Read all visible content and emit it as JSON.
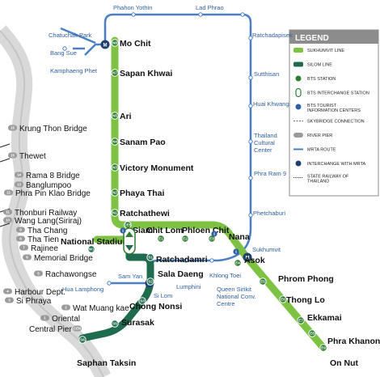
{
  "colors": {
    "sukhumvit_line": "#7dc242",
    "silom_line": "#1f6b4e",
    "mrt_route": "#4a7fc1",
    "river": "#d4d4d4",
    "pier": "#9a9a9a",
    "legend_header": "#8c8c8c",
    "background": "#ffffff"
  },
  "mrt_labels": [
    {
      "id": "phahon",
      "text": "Phahon Yothin"
    },
    {
      "id": "ladphrao",
      "text": "Lad Phrao"
    },
    {
      "id": "ratchadapisek",
      "text": "Ratchadapisek"
    },
    {
      "id": "chatuchak",
      "text": "Chatuchak Park"
    },
    {
      "id": "bangsue",
      "text": "Bang Sue"
    },
    {
      "id": "kamphaeng",
      "text": "Kamphaeng Phet"
    },
    {
      "id": "sutthisan",
      "text": "Sutthisan"
    },
    {
      "id": "huaikhwang",
      "text": "Huai Khwang"
    },
    {
      "id": "thailand_cc",
      "text": "Thailand\nCultural\nCenter"
    },
    {
      "id": "phraram9",
      "text": "Phra Ram 9"
    },
    {
      "id": "phetchaburi",
      "text": "Phetchaburi"
    },
    {
      "id": "sukhumvit_mrt",
      "text": "Sukhumvit"
    },
    {
      "id": "samyan",
      "text": "Sam Yan"
    },
    {
      "id": "hualamphong",
      "text": "Hua Lamphong"
    },
    {
      "id": "silom_mrt",
      "text": "Si Lom"
    },
    {
      "id": "lumphini",
      "text": "Lumphini"
    },
    {
      "id": "khlongtoei",
      "text": "Khlong Toei"
    },
    {
      "id": "qsncc",
      "text": "Queen Sirikit\nNational Conv.\nCentre"
    }
  ],
  "bts_stations": [
    {
      "id": "mochit",
      "name": "Mo Chit",
      "code": "N8"
    },
    {
      "id": "sapankhwai",
      "name": "Sapan Khwai",
      "code": "N7"
    },
    {
      "id": "ari",
      "name": "Ari",
      "code": "N5"
    },
    {
      "id": "sanampao",
      "name": "Sanam Pao",
      "code": "N4"
    },
    {
      "id": "victory",
      "name": "Victory Monument",
      "code": "N3"
    },
    {
      "id": "phayathai",
      "name": "Phaya Thai",
      "code": "N2"
    },
    {
      "id": "ratchathewi",
      "name": "Ratchathewi",
      "code": "N1"
    },
    {
      "id": "siam",
      "name": "Siam",
      "code": "CEN"
    },
    {
      "id": "chitlom",
      "name": "Chit Lom",
      "code": "E1"
    },
    {
      "id": "phloenchit",
      "name": "Phloen Chit",
      "code": "E2"
    },
    {
      "id": "nana",
      "name": "Nana",
      "code": "E3"
    },
    {
      "id": "asok",
      "name": "Asok",
      "code": "E4"
    },
    {
      "id": "phromphong",
      "name": "Phrom Phong",
      "code": "E5"
    },
    {
      "id": "thonglo",
      "name": "Thong Lo",
      "code": "E6"
    },
    {
      "id": "ekkamai",
      "name": "Ekkamai",
      "code": "E7"
    },
    {
      "id": "phrakhanong",
      "name": "Phra Khanong",
      "code": "E8"
    },
    {
      "id": "onnut",
      "name": "On Nut",
      "code": "E9"
    },
    {
      "id": "nationalstadium",
      "name": "National Stadium",
      "code": "W1"
    },
    {
      "id": "ratchadamri",
      "name": "Ratchadamri",
      "code": "S1"
    },
    {
      "id": "saladaeng",
      "name": "Sala Daeng",
      "code": "S2"
    },
    {
      "id": "chongnonsi",
      "name": "Chong Nonsi",
      "code": "S3"
    },
    {
      "id": "surasak",
      "name": "Surasak",
      "code": "S5"
    },
    {
      "id": "saphantaksin",
      "name": "Saphan Taksin",
      "code": "S6"
    }
  ],
  "piers": [
    {
      "id": "krungthon",
      "name": "Krung Thon Bridge",
      "code": "15"
    },
    {
      "id": "thewet",
      "name": "Thewet",
      "code": "15"
    },
    {
      "id": "rama8",
      "name": "Rama 8 Bridge",
      "code": "14"
    },
    {
      "id": "banglumpoo",
      "name": "Banglumpoo",
      "code": "13"
    },
    {
      "id": "phrapinklao",
      "name": "Phra Pin Klao Bridge",
      "code": "12"
    },
    {
      "id": "thonburirailway",
      "name": "Thonburi Railway",
      "code": "11"
    },
    {
      "id": "wanglang",
      "name": "Wang Lang(Siriraj)",
      "code": "10"
    },
    {
      "id": "thachang",
      "name": "Tha Chang",
      "code": "9"
    },
    {
      "id": "thatien",
      "name": "Tha Tien",
      "code": "8"
    },
    {
      "id": "rajinee",
      "name": "Rajinee",
      "code": "7"
    },
    {
      "id": "memorial",
      "name": "Memorial Bridge",
      "code": "6"
    },
    {
      "id": "rachawongse",
      "name": "Rachawongse",
      "code": "5"
    },
    {
      "id": "harbour",
      "name": "Harbour Dept.",
      "code": "4"
    },
    {
      "id": "siphraya",
      "name": "Si Phraya",
      "code": "3"
    },
    {
      "id": "watmuang",
      "name": "Wat Muang kae",
      "code": "2"
    },
    {
      "id": "oriental",
      "name": "Oriental",
      "code": "1"
    },
    {
      "id": "centralpier",
      "name": "Central Pier",
      "code": "CEN"
    }
  ],
  "legend": {
    "title": "LEGEND",
    "items": [
      {
        "id": "sukhumvit",
        "label": "SUKHUMVIT LINE",
        "icon": "green-bar"
      },
      {
        "id": "silom",
        "label": "SILOM LINE",
        "icon": "darkgreen-bar"
      },
      {
        "id": "bts",
        "label": "BTS STATION",
        "icon": "station-dot"
      },
      {
        "id": "interchange",
        "label": "BTS INTERCHANGE STATION",
        "icon": "interchange-pill"
      },
      {
        "id": "tourist",
        "label": "BTS TOURIST INFORMATION CENTERS",
        "icon": "info-icon"
      },
      {
        "id": "skybridge",
        "label": "SKYBRIDGE CONNECTION",
        "icon": "dash-line"
      },
      {
        "id": "pier",
        "label": "RIVER PIER",
        "icon": "pier-pill"
      },
      {
        "id": "mrta",
        "label": "MRTA ROUTE",
        "icon": "blue-line"
      },
      {
        "id": "mrtainterchange",
        "label": "INTERCHANGE WITH MRTA",
        "icon": "mrta-node"
      },
      {
        "id": "srt",
        "label": "STATE RAILWAY OF THAILAND",
        "icon": "rail-line"
      }
    ]
  }
}
